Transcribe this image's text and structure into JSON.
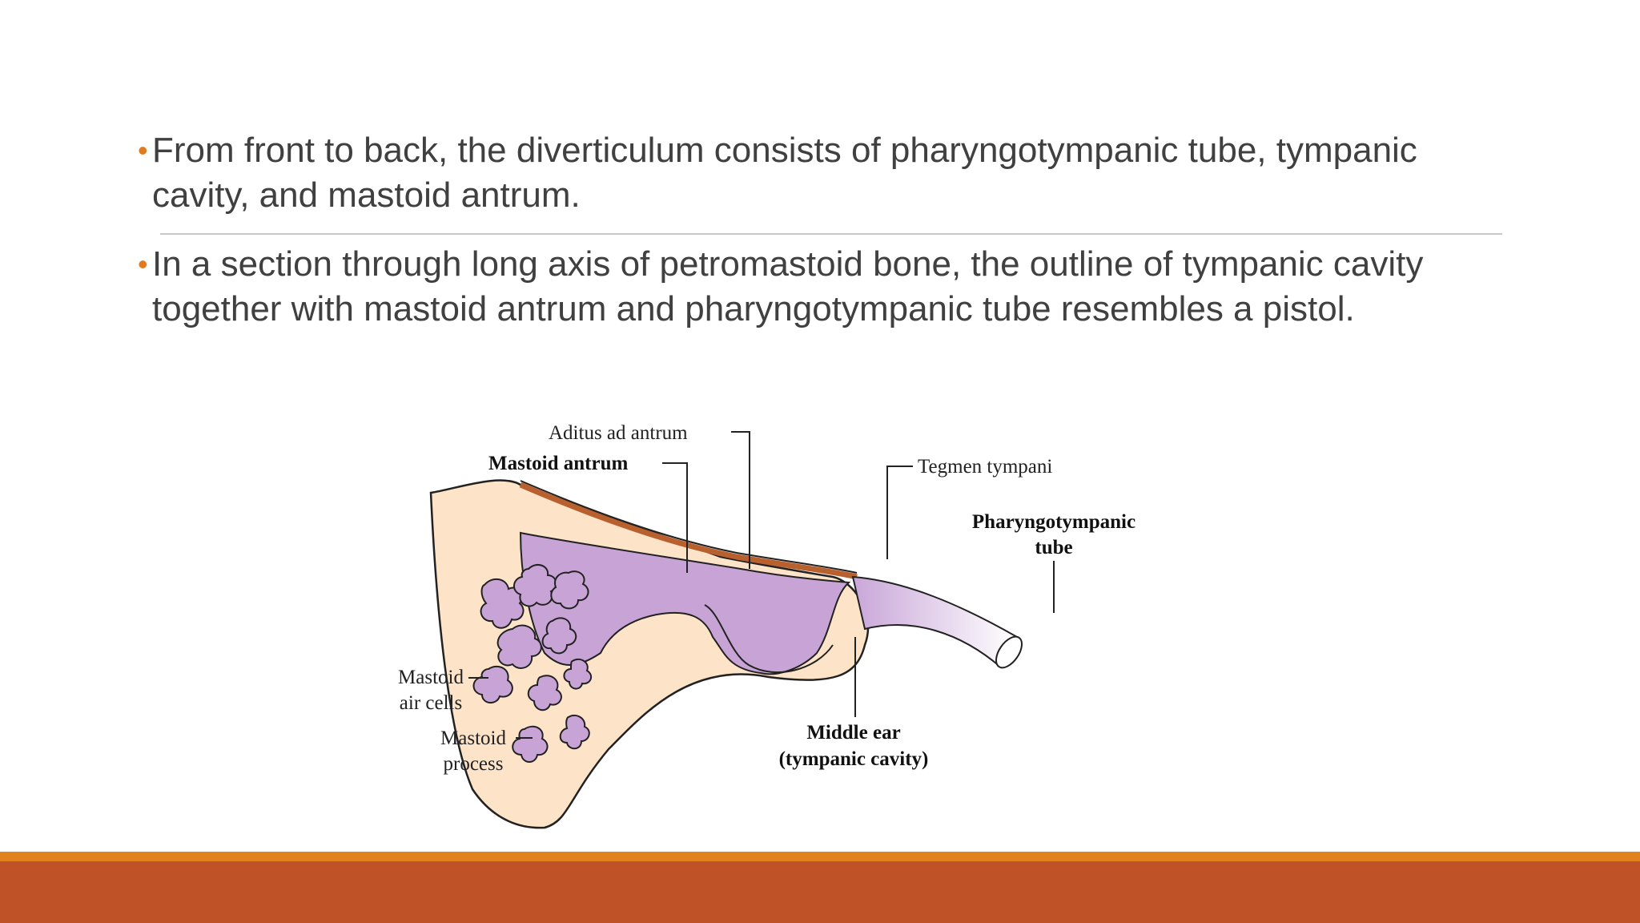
{
  "bullets": [
    {
      "marker": "•",
      "text": "From front to back, the diverticulum consists of pharyngotympanic tube, tympanic cavity, and mastoid antrum."
    },
    {
      "marker": "•",
      "text": "In a section through long axis of petromastoid bone, the outline of tympanic cavity together with mastoid antrum and pharyngotympanic tube resembles a pistol."
    }
  ],
  "figure": {
    "labels": {
      "aditus": "Aditus ad antrum",
      "mastoid_antrum": "Mastoid antrum",
      "tegmen": "Tegmen tympani",
      "pharyngo_line1": "Pharyngotympanic",
      "pharyngo_line2": "tube",
      "air_cells_line1": "Mastoid",
      "air_cells_line2": "air cells",
      "process_line1": "Mastoid",
      "process_line2": "process",
      "middle_ear_line1": "Middle ear",
      "middle_ear_line2": "(tympanic cavity)"
    }
  },
  "colors": {
    "bullet_marker": "#e07b22",
    "text": "#404040",
    "footer_stripe": "#e0821e",
    "footer": "#bf5227",
    "bone": "#fde3c8",
    "cavity": "#c8a3d6",
    "tegmen": "#b8602e"
  }
}
